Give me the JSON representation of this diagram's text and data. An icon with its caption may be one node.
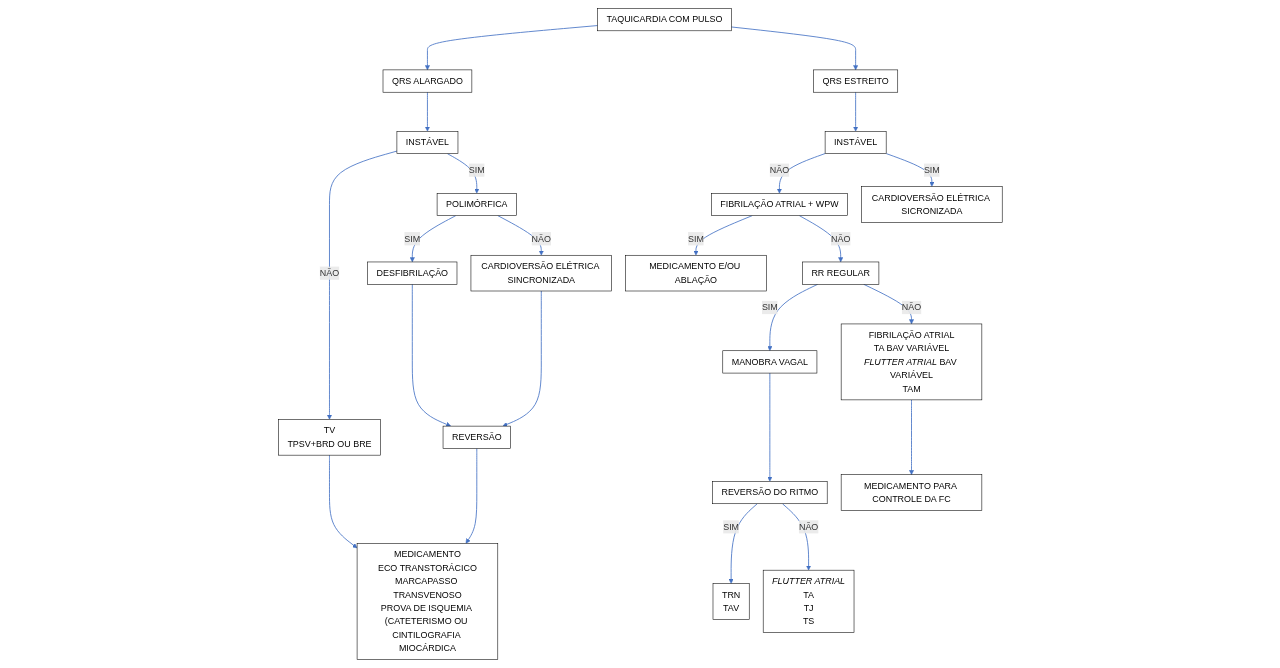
{
  "diagram": {
    "nodes": [
      {
        "text": [
          "TAQUICARDIA COM PULSO"
        ]
      },
      {
        "text": [
          "QRS ALARGADO"
        ]
      },
      {
        "text": [
          "QRS ESTREITO"
        ]
      },
      {
        "text": [
          "INSTÁVEL"
        ]
      },
      {
        "text": [
          "TV",
          "TPSV+BRD OU BRE"
        ]
      },
      {
        "text": [
          "POLIMÓRFICA"
        ]
      },
      {
        "text": [
          "MEDICAMENTO",
          "ECO TRANSTORÁCICO",
          "MARCAPASSO TRANSVENOSO",
          "PROVA DE ISQUEMIA (CATETERISMO OU CINTILOGRAFIA MIOCÁRDICA"
        ]
      },
      {
        "text": [
          "DESFIBRILAÇÃO"
        ]
      },
      {
        "text": [
          "CARDIOVERSÃO ELÉTRICA SINCRONIZADA"
        ]
      },
      {
        "text": [
          "REVERSÃO"
        ]
      },
      {
        "text": [
          "INSTÁVEL"
        ]
      },
      {
        "text": [
          "FIBRILAÇÃO ATRIAL + WPW"
        ]
      },
      {
        "text": [
          "CARDIOVERSÃO ELÉTRICA SICRONIZADA"
        ]
      },
      {
        "text": [
          "MEDICAMENTO E/OU ABLAÇÃO"
        ]
      },
      {
        "text": [
          "RR REGULAR"
        ]
      },
      {
        "text": [
          "MANOBRA VAGAL"
        ]
      },
      {
        "text": [
          "FIBRILAÇÃO ATRIAL",
          "TA BAV VARIÁVEL",
          "*FLUTTER ATRIAL* BAV VARIÁVEL",
          "TAM"
        ]
      },
      {
        "text": [
          "REVERSÃO DO RITMO"
        ]
      },
      {
        "text": [
          "TRN",
          "TAV"
        ]
      },
      {
        "text": [
          "*FLUTTER ATRIAL*",
          "TA",
          "TJ",
          "TS"
        ]
      },
      {
        "text": [
          "MEDICAMENTO PARA CONTROLE DA FC"
        ]
      }
    ],
    "edges": [
      {
        "from": 0,
        "to": 1,
        "arrow": "to"
      },
      {
        "from": 0,
        "to": 2,
        "arrow": "to"
      },
      {
        "from": 1,
        "to": 3,
        "arrow": "to"
      },
      {
        "from": 3,
        "to": 4,
        "arrow": "to",
        "label": "NÃO"
      },
      {
        "from": 3,
        "to": 5,
        "arrow": "to",
        "label": "SIM"
      },
      {
        "from": 4,
        "to": 6,
        "arrow": "to"
      },
      {
        "from": 5,
        "to": 7,
        "arrow": "to",
        "label": "SIM"
      },
      {
        "from": 5,
        "to": 8,
        "arrow": "to",
        "label": "NÃO"
      },
      {
        "from": 7,
        "to": 9,
        "arrow": "to"
      },
      {
        "from": 8,
        "to": 9,
        "arrow": "to"
      },
      {
        "from": 9,
        "to": 6,
        "arrow": "to"
      },
      {
        "from": 2,
        "to": 10,
        "arrow": "to"
      },
      {
        "from": 10,
        "to": 11,
        "arrow": "to",
        "label": "NÃO"
      },
      {
        "from": 10,
        "to": 12,
        "arrow": "to",
        "label": "SIM"
      },
      {
        "from": 11,
        "to": 13,
        "arrow": "to",
        "label": "SIM"
      },
      {
        "from": 11,
        "to": 14,
        "arrow": "to",
        "label": "NÃO"
      },
      {
        "from": 14,
        "to": 15,
        "arrow": "to",
        "label": "SIM"
      },
      {
        "from": 14,
        "to": 16,
        "arrow": "to",
        "label": "NÃO"
      },
      {
        "from": 15,
        "to": 17,
        "arrow": "to"
      },
      {
        "from": 17,
        "to": 18,
        "arrow": "to",
        "label": "SIM"
      },
      {
        "from": 17,
        "to": 19,
        "arrow": "to",
        "label": "NÃO"
      },
      {
        "from": 16,
        "to": 20,
        "arrow": "to"
      }
    ]
  }
}
